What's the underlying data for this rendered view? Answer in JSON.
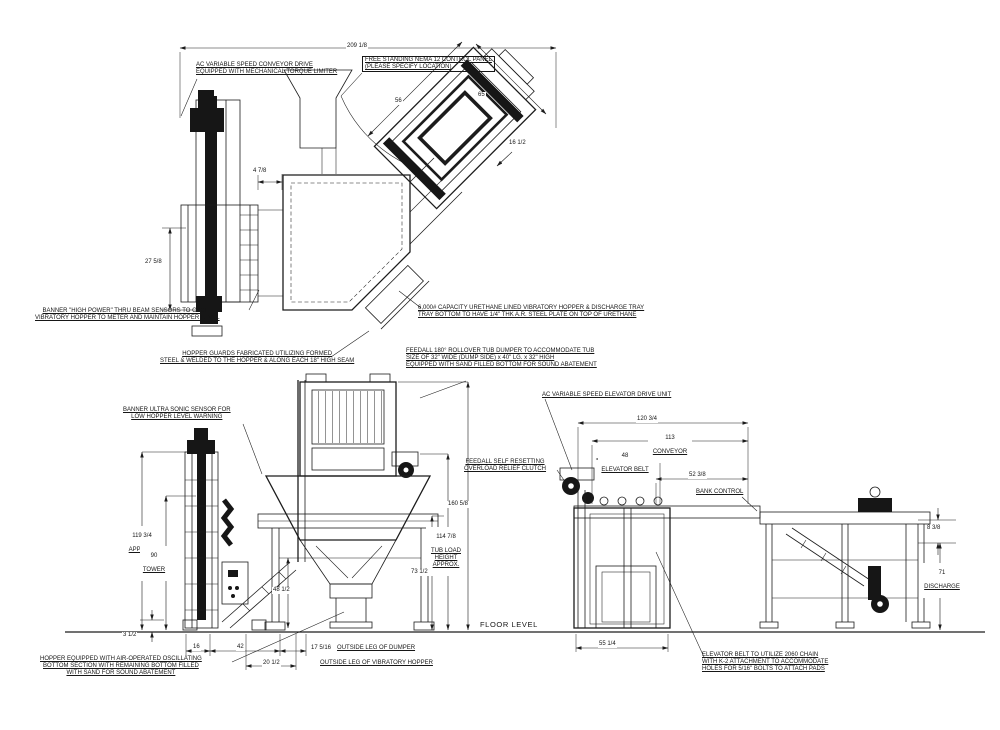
{
  "colors": {
    "background": "#ffffff",
    "ink": "#1c1c1c"
  },
  "notes": {
    "conveyor_drive": "AC VARIABLE SPEED CONVEYOR DRIVE\nEQUIPPED WITH MECHANICAL TORQUE LIMITER",
    "control_panel": "FREE STANDING NEMA 12 CONTROL PANEL\n(PLEASE SPECIFY LOCATION)",
    "thru_beam": "BANNER \"HIGH POWER\" THRU BEAM SENSORS TO CYCLE\nVIBRATORY HOPPER TO METER AND MAINTAIN HOPPER LEVEL",
    "capacity": "6,000# CAPACITY URETHANE LINED VIBRATORY HOPPER & DISCHARGE TRAY\nTRAY BOTTOM TO HAVE 1/4\" THK A.R. STEEL PLATE ON TOP OF URETHANE",
    "guards": "HOPPER GUARDS FABRICATED UTILIZING FORMED\nSTEEL & WELDED TO THE HOPPER & ALONG EACH 18\" HIGH SEAM",
    "tub_dumper": "FEEDALL 180° ROLLOVER TUB DUMPER TO ACCOMMODATE TUB\nSIZE OF 32\" WIDE (DUMP SIDE) x 40\" LG. x 32\" HIGH\nEQUIPPED WITH SAND FILLED BOTTOM FOR SOUND ABATEMENT",
    "ultrasonic": "BANNER ULTRA SONIC SENSOR FOR\nLOW HOPPER LEVEL WARNING",
    "elevator_drive": "AC VARIABLE SPEED ELEVATOR DRIVE UNIT",
    "clutch": "FEEDALL SELF RESETTING\nOVERLOAD RELIEF CLUTCH",
    "bank_control": "BANK CONTROL",
    "oscillating": "HOPPER EQUIPPED WITH AIR-OPERATED OSCILLATING\nBOTTOM SECTION WITH REMAINING BOTTOM FILLED\nWITH SAND FOR SOUND ABATEMENT",
    "chain": "ELEVATOR BELT TO UTILIZE 2060 CHAIN\nWITH K-2 ATTACHMENT TO ACCOMMODATE\nHOLES FOR 5/16\" BOLTS TO ATTACH PADS",
    "floor_level": "FLOOR LEVEL"
  },
  "dims": {
    "overall_width": "209 1/8",
    "dumper_width": "56",
    "dumper_length": "65",
    "tray": "16 1/2",
    "gap": "4 7/8",
    "conveyor_width": "27 5/8",
    "approx_height_value": "119 3/4",
    "approx_height_label": "APPROX.",
    "tower_value": "90",
    "tower_label": "TOWER",
    "overall_height": "160 5/8",
    "tub_load_value": "114 7/8",
    "tub_load_label": "TUB LOAD\nHEIGHT\nAPPROX.",
    "hopper_height": "73 1/2",
    "discharge_height_left": "48 1/2",
    "foot_height": "3 1/2",
    "base_a": "16",
    "base_b": "42",
    "dumper_leg_value": "17 5/16",
    "dumper_leg_label": "OUTSIDE LEG OF DUMPER",
    "hopper_leg_value": "20 1/2",
    "hopper_leg_label": "OUTSIDE LEG OF VIBRATORY HOPPER",
    "elevator_overall": "120 3/4",
    "conveyor_value": "113",
    "conveyor_label": "CONVEYOR",
    "belt_value": "48",
    "belt_label": "ELEVATOR BELT",
    "bank_offset": "52 3/8",
    "base_width": "55 1/4",
    "discharge_drop": "8 3/8",
    "discharge_value": "71",
    "discharge_label": "DISCHARGE"
  }
}
